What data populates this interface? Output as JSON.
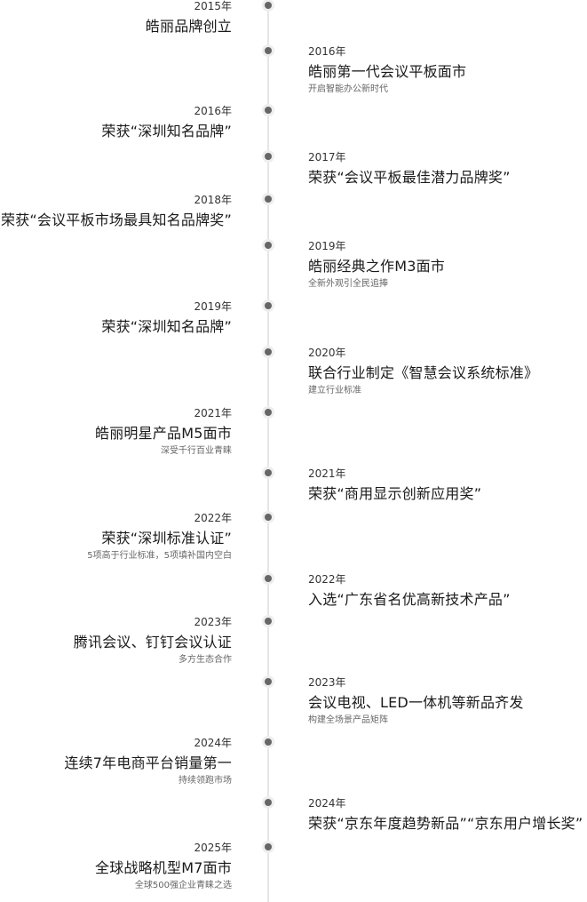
{
  "timeline": {
    "accent_color": "#666666",
    "events": [
      {
        "year": "2015年",
        "title": "皓丽品牌创立",
        "subtitle": "",
        "side": "left"
      },
      {
        "year": "2016年",
        "title": "皓丽第一代会议平板面市",
        "subtitle": "开启智能办公新时代",
        "side": "right"
      },
      {
        "year": "2016年",
        "title": "荣获“深圳知名品牌”",
        "subtitle": "",
        "side": "left"
      },
      {
        "year": "2017年",
        "title": "荣获“会议平板最佳潜力品牌奖”",
        "subtitle": "",
        "side": "right"
      },
      {
        "year": "2018年",
        "title": "荣获“会议平板市场最具知名品牌奖”",
        "subtitle": "",
        "side": "left"
      },
      {
        "year": "2019年",
        "title": "皓丽经典之作M3面市",
        "subtitle": "全新外观引全民追捧",
        "side": "right"
      },
      {
        "year": "2019年",
        "title": "荣获“深圳知名品牌”",
        "subtitle": "",
        "side": "left"
      },
      {
        "year": "2020年",
        "title": "联合行业制定《智慧会议系统标准》",
        "subtitle": "建立行业标准",
        "side": "right"
      },
      {
        "year": "2021年",
        "title": "皓丽明星产品M5面市",
        "subtitle": "深受千行百业青睐",
        "side": "left"
      },
      {
        "year": "2021年",
        "title": "荣获“商用显示创新应用奖”",
        "subtitle": "",
        "side": "right"
      },
      {
        "year": "2022年",
        "title": "荣获“深圳标准认证”",
        "subtitle": "5项高于行业标准，5项填补国内空白",
        "side": "left"
      },
      {
        "year": "2022年",
        "title": "入选“广东省名优高新技术产品”",
        "subtitle": "",
        "side": "right"
      },
      {
        "year": "2023年",
        "title": "腾讯会议、钉钉会议认证",
        "subtitle": "多方生态合作",
        "side": "left"
      },
      {
        "year": "2023年",
        "title": "会议电视、LED一体机等新品齐发",
        "subtitle": "构建全场景产品矩阵",
        "side": "right"
      },
      {
        "year": "2024年",
        "title": "连续7年电商平台销量第一",
        "subtitle": "持续领跑市场",
        "side": "left"
      },
      {
        "year": "2024年",
        "title": "荣获“京东年度趋势新品”“京东用户增长奖”",
        "subtitle": "",
        "side": "right"
      },
      {
        "year": "2025年",
        "title": "全球战略机型M7面市",
        "subtitle": "全球500强企业青睐之选",
        "side": "left"
      }
    ]
  }
}
